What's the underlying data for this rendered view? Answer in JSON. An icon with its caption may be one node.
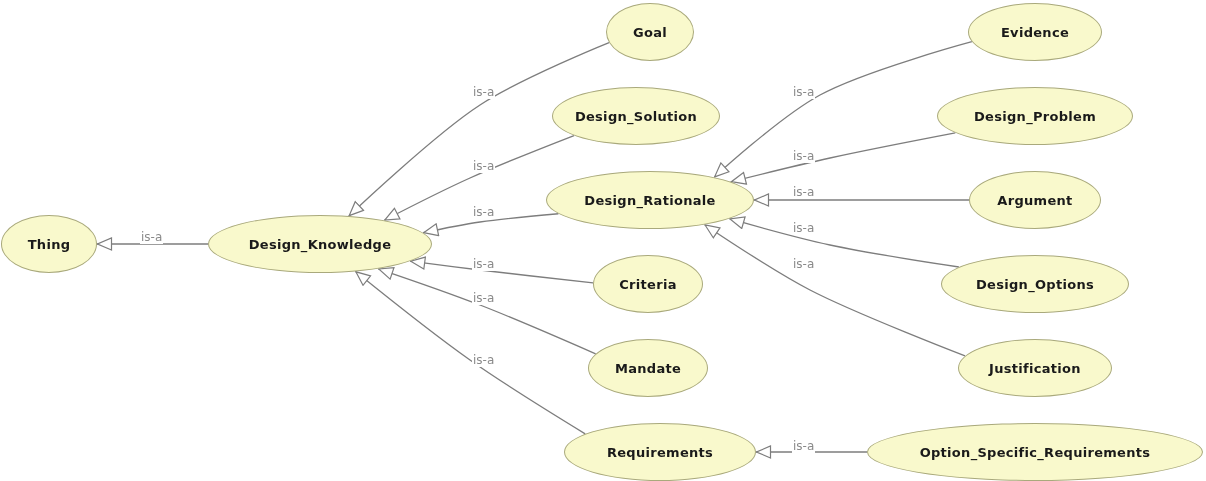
{
  "diagram": {
    "nodes": [
      {
        "text": [
          "Thing"
        ]
      },
      {
        "text": [
          "Design_Knowledge"
        ]
      },
      {
        "text": [
          "Goal"
        ]
      },
      {
        "text": [
          "Design_Solution"
        ]
      },
      {
        "text": [
          "Design_Rationale"
        ]
      },
      {
        "text": [
          "Criteria"
        ]
      },
      {
        "text": [
          "Mandate"
        ]
      },
      {
        "text": [
          "Requirements"
        ]
      },
      {
        "text": [
          "Evidence"
        ]
      },
      {
        "text": [
          "Design_Problem"
        ]
      },
      {
        "text": [
          "Argument"
        ]
      },
      {
        "text": [
          "Design_Options"
        ]
      },
      {
        "text": [
          "Justification"
        ]
      },
      {
        "text": [
          "Option_Specific_Requirements"
        ]
      }
    ],
    "edges": [
      {
        "from": 1,
        "to": 0,
        "arrow": "to",
        "label": "is-a"
      },
      {
        "from": 2,
        "to": 1,
        "arrow": "to",
        "label": "is-a"
      },
      {
        "from": 3,
        "to": 1,
        "arrow": "to",
        "label": "is-a"
      },
      {
        "from": 4,
        "to": 1,
        "arrow": "to",
        "label": "is-a"
      },
      {
        "from": 5,
        "to": 1,
        "arrow": "to",
        "label": "is-a"
      },
      {
        "from": 6,
        "to": 1,
        "arrow": "to",
        "label": "is-a"
      },
      {
        "from": 7,
        "to": 1,
        "arrow": "to",
        "label": "is-a"
      },
      {
        "from": 8,
        "to": 4,
        "arrow": "to",
        "label": "is-a"
      },
      {
        "from": 9,
        "to": 4,
        "arrow": "to",
        "label": "is-a"
      },
      {
        "from": 10,
        "to": 4,
        "arrow": "to",
        "label": "is-a"
      },
      {
        "from": 11,
        "to": 4,
        "arrow": "to",
        "label": "is-a"
      },
      {
        "from": 12,
        "to": 4,
        "arrow": "to",
        "label": "is-a"
      },
      {
        "from": 13,
        "to": 7,
        "arrow": "to",
        "label": "is-a"
      }
    ]
  }
}
